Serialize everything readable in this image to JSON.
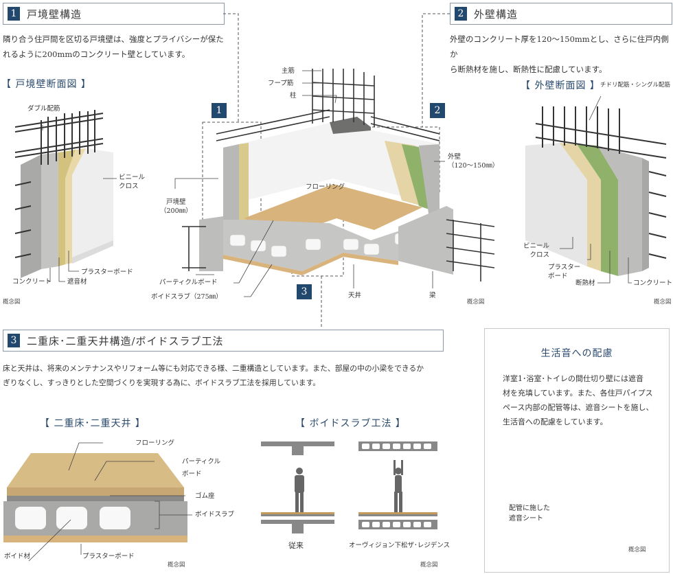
{
  "section1": {
    "number": "1",
    "title": "戸境壁構造",
    "text": [
      "隣り合う住戸間を区切る戸境壁は、強度とプライバシーが保た",
      "れるように200mmのコンクリート壁としています。"
    ],
    "diagram_title": "【 戸境壁断面図 】",
    "labels": {
      "double": "ダブル配筋",
      "vinyl": "ビニール\nクロス",
      "plaster": "プラスターボード",
      "concrete": "コンクリート",
      "sound": "遮音材"
    },
    "note": "概念図"
  },
  "section2": {
    "number": "2",
    "title": "外壁構造",
    "text": [
      "外壁のコンクリート厚を120〜150mmとし、さらに住戸内側か",
      "ら断熱材を施し、断熱性に配慮しています。"
    ],
    "diagram_title": "【 外壁断面図 】",
    "labels": {
      "chidori": "チドリ配筋・シングル配筋",
      "vinyl": "ビニール\nクロス",
      "plaster": "プラスター\nボード",
      "insulation": "断熱材",
      "concrete": "コンクリート"
    },
    "note": "概念図"
  },
  "center": {
    "badges": [
      "1",
      "2",
      "3"
    ],
    "labels": {
      "main_rebar": "主筋",
      "hoop": "フープ筋",
      "column": "柱",
      "party_wall": "戸境壁\n（200㎜）",
      "outer_wall": "外壁\n（120〜150㎜）",
      "flooring": "フローリング",
      "particle": "パーティクルボード",
      "void_slab": "ボイドスラブ（275㎜）",
      "ceiling": "天井",
      "beam": "梁"
    },
    "note": "概念図"
  },
  "section3": {
    "number": "3",
    "title": "二重床･二重天井構造/ボイドスラブ工法",
    "text": [
      "床と天井は、将来のメンテナンスやリフォーム等にも対応できる様、二重構造としています。また、部屋の中の小梁をできるか",
      "ぎりなくし、すっきりとした空間づくりを実現する為に、ボイドスラブ工法を採用しています。"
    ],
    "floor_title": "【 二重床･二重天井 】",
    "floor_labels": {
      "flooring": "フローリング",
      "particle": "パーティクル\nボード",
      "rubber": "ゴム座",
      "void_slab": "ボイドスラブ",
      "void_material": "ボイド材",
      "plaster": "プラスターボード"
    },
    "floor_note": "概念図",
    "void_title": "【 ボイドスラブ工法 】",
    "void_conventional": "従来",
    "void_this": "オーヴィジョン下松ザ･レジデンス",
    "void_note": "概念図"
  },
  "sidebox": {
    "title": "生活音への配慮",
    "text": [
      "洋室1･浴室･トイレの間仕切り壁には遮音",
      "材を充填しています。また、各住戸パイプス",
      "ペース内部の配管等は、遮音シートを施し、",
      "生活音への配慮をしています。"
    ],
    "pipe_label": "配管に施した\n遮音シート",
    "note": "概念図"
  },
  "colors": {
    "accent": "#23486e",
    "border": "#8a97a6",
    "concrete": "#b9b9b7",
    "wood": "#d9b37c",
    "insulation_green": "#8fb16a",
    "sound_yellow": "#d6c98e"
  }
}
